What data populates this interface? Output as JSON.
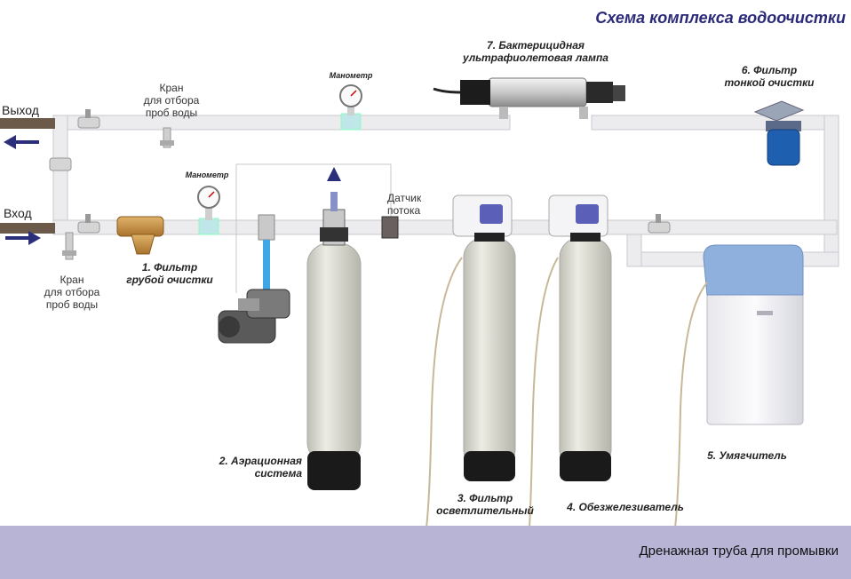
{
  "title": "Схема комплекса водоочистки",
  "labels": {
    "outlet": "Выход",
    "inlet": "Вход",
    "tap_top": "Кран\nдля отбора\nпроб воды",
    "tap_bottom": "Кран\nдля отбора\nпроб воды",
    "manometer_top": "Манометр",
    "manometer_bottom": "Манометр",
    "flow_sensor": "Датчик\nпотока",
    "coarse_filter": "1. Фильтр\nгрубой очистки",
    "aeration": "2. Аэрационная\nсистема",
    "clarifier": "3. Фильтр\nосветлительный",
    "deironer": "4. Обезжелезиватель",
    "softener": "5. Умягчитель",
    "fine_filter": "6. Фильтр\nтонкой очистки",
    "uv_lamp": "7. Бактерицидная\nультрафиолетовая лампа",
    "drain": "Дренажная труба для промывки"
  },
  "colors": {
    "pipe": "#e9e9ec",
    "pipe_edge": "#c9c9cf",
    "arrow": "#2b2f7a",
    "drain_band": "#b8b4d6",
    "tank": "#d9d9cf",
    "tank_base": "#1a1a1a",
    "fine_filter_blue": "#1f5fb0",
    "air_tube": "#3fa7e6"
  }
}
